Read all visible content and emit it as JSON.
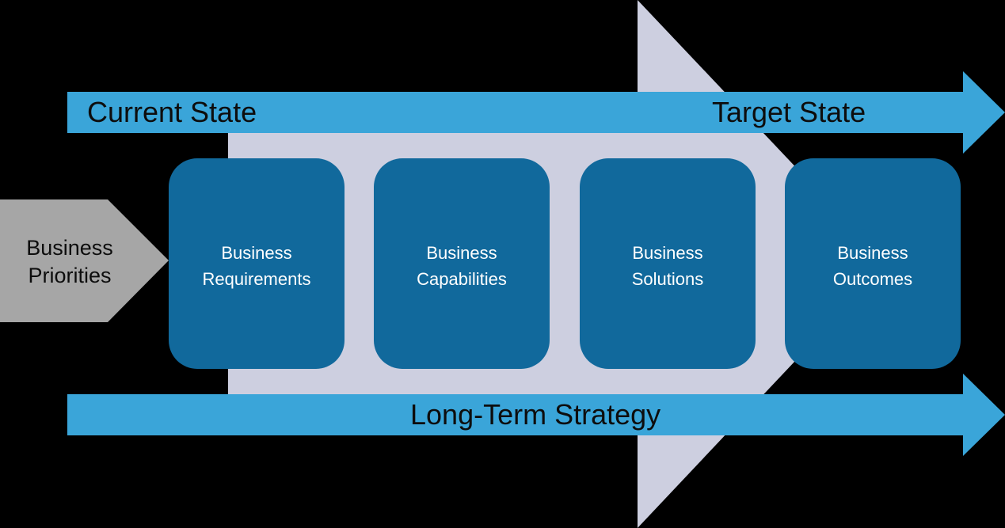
{
  "colors": {
    "background": "#000000",
    "band_arrow": "#3aa5d9",
    "big_arrow": "#cdcfe0",
    "stage_box": "#11699c",
    "priorities_arrow": "#a6a6a6",
    "box_text": "#ffffff",
    "dark_text": "#0d0d0d"
  },
  "top_arrow": {
    "left_label": "Current State",
    "right_label": "Target State"
  },
  "bottom_arrow": {
    "label": "Long-Term Strategy"
  },
  "input": {
    "line1": "Business",
    "line2": "Priorities"
  },
  "stages": [
    {
      "line1": "Business",
      "line2": "Requirements"
    },
    {
      "line1": "Business",
      "line2": "Capabilities"
    },
    {
      "line1": "Business",
      "line2": "Solutions"
    },
    {
      "line1": "Business",
      "line2": "Outcomes"
    }
  ]
}
